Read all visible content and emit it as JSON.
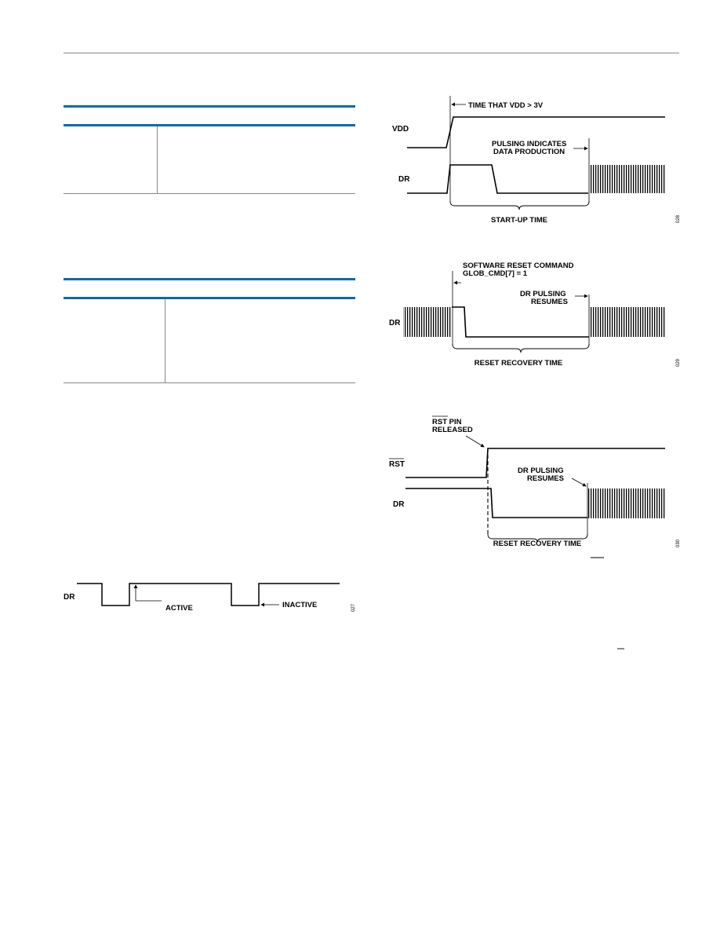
{
  "fig_vdd": {
    "callout_vdd": "TIME THAT VDD > 3V",
    "sig_vdd": "VDD",
    "sig_dr": "DR",
    "callout_pulse_1": "PULSING INDICATES",
    "callout_pulse_2": "DATA PRODUCTION",
    "span_label": "START-UP TIME",
    "fig_id": "028"
  },
  "fig_sw_reset": {
    "callout_1": "SOFTWARE RESET COMMAND",
    "callout_2": "GLOB_CMD[7] = 1",
    "resume_1": "DR PULSING",
    "resume_2": "RESUMES",
    "sig_dr": "DR",
    "span_label": "RESET RECOVERY TIME",
    "fig_id": "029"
  },
  "fig_rst_pin": {
    "callout_1": "RST PIN",
    "callout_2": "RELEASED",
    "sig_rst": "RST",
    "sig_dr": "DR",
    "resume_1": "DR PULSING",
    "resume_2": "RESUMES",
    "span_label": "RESET RECOVERY TIME",
    "fig_id": "030"
  },
  "fig_dr_polarity": {
    "sig_dr": "DR",
    "active": "ACTIVE",
    "inactive": "INACTIVE",
    "fig_id": "027"
  }
}
